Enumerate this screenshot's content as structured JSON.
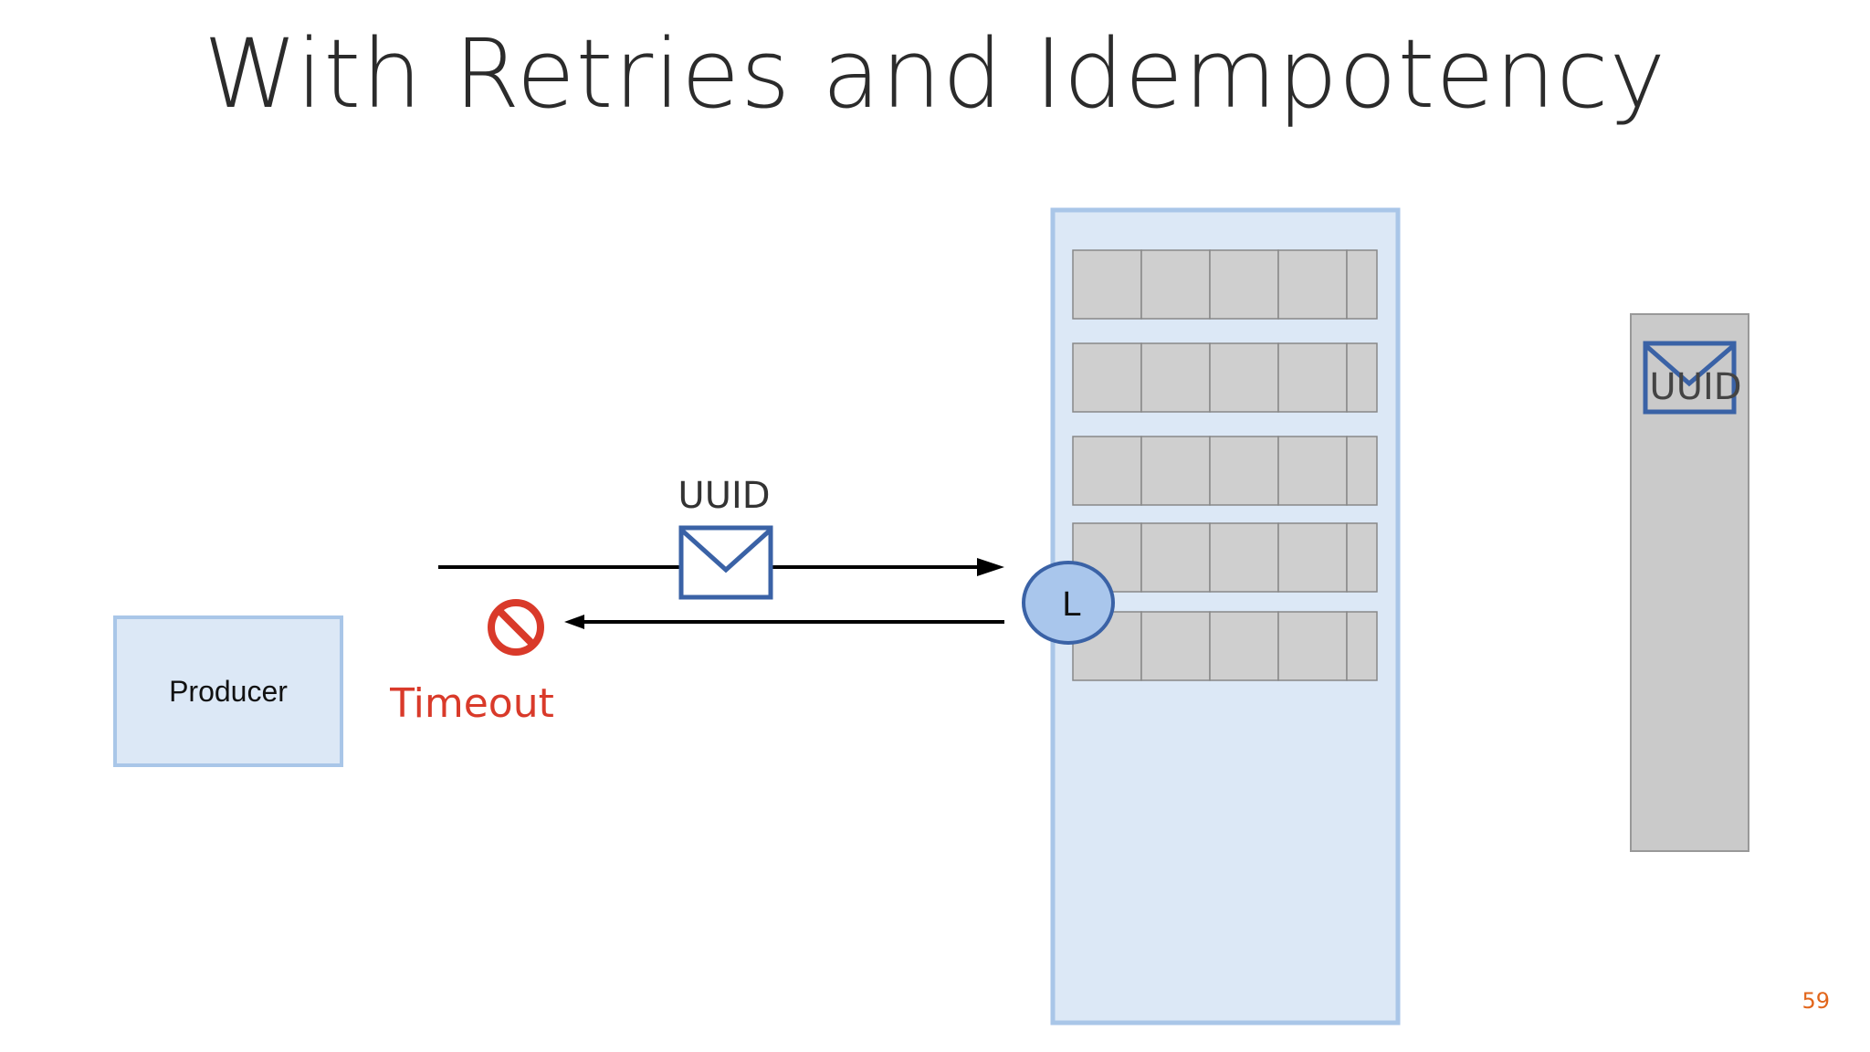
{
  "slide": {
    "title": "With Retries and Idempotency",
    "page_number": "59"
  },
  "producer": {
    "label": "Producer"
  },
  "message": {
    "id_label": "UUID"
  },
  "timeout": {
    "label": "Timeout"
  },
  "leader": {
    "label": "L"
  },
  "replica": {
    "stored_label": "UUID"
  },
  "partition_grid": {
    "rows": 5,
    "cols": 5
  },
  "colors": {
    "box_fill": "#dce8f6",
    "box_border": "#a9c6e8",
    "envelope": "#3a62a6",
    "cell": "#cfcfcf",
    "cell_border": "#888888",
    "timeout": "#d93a2a",
    "leader_fill": "#a9c6ec",
    "replica": "#cacaca",
    "page_number": "#e2661b"
  }
}
